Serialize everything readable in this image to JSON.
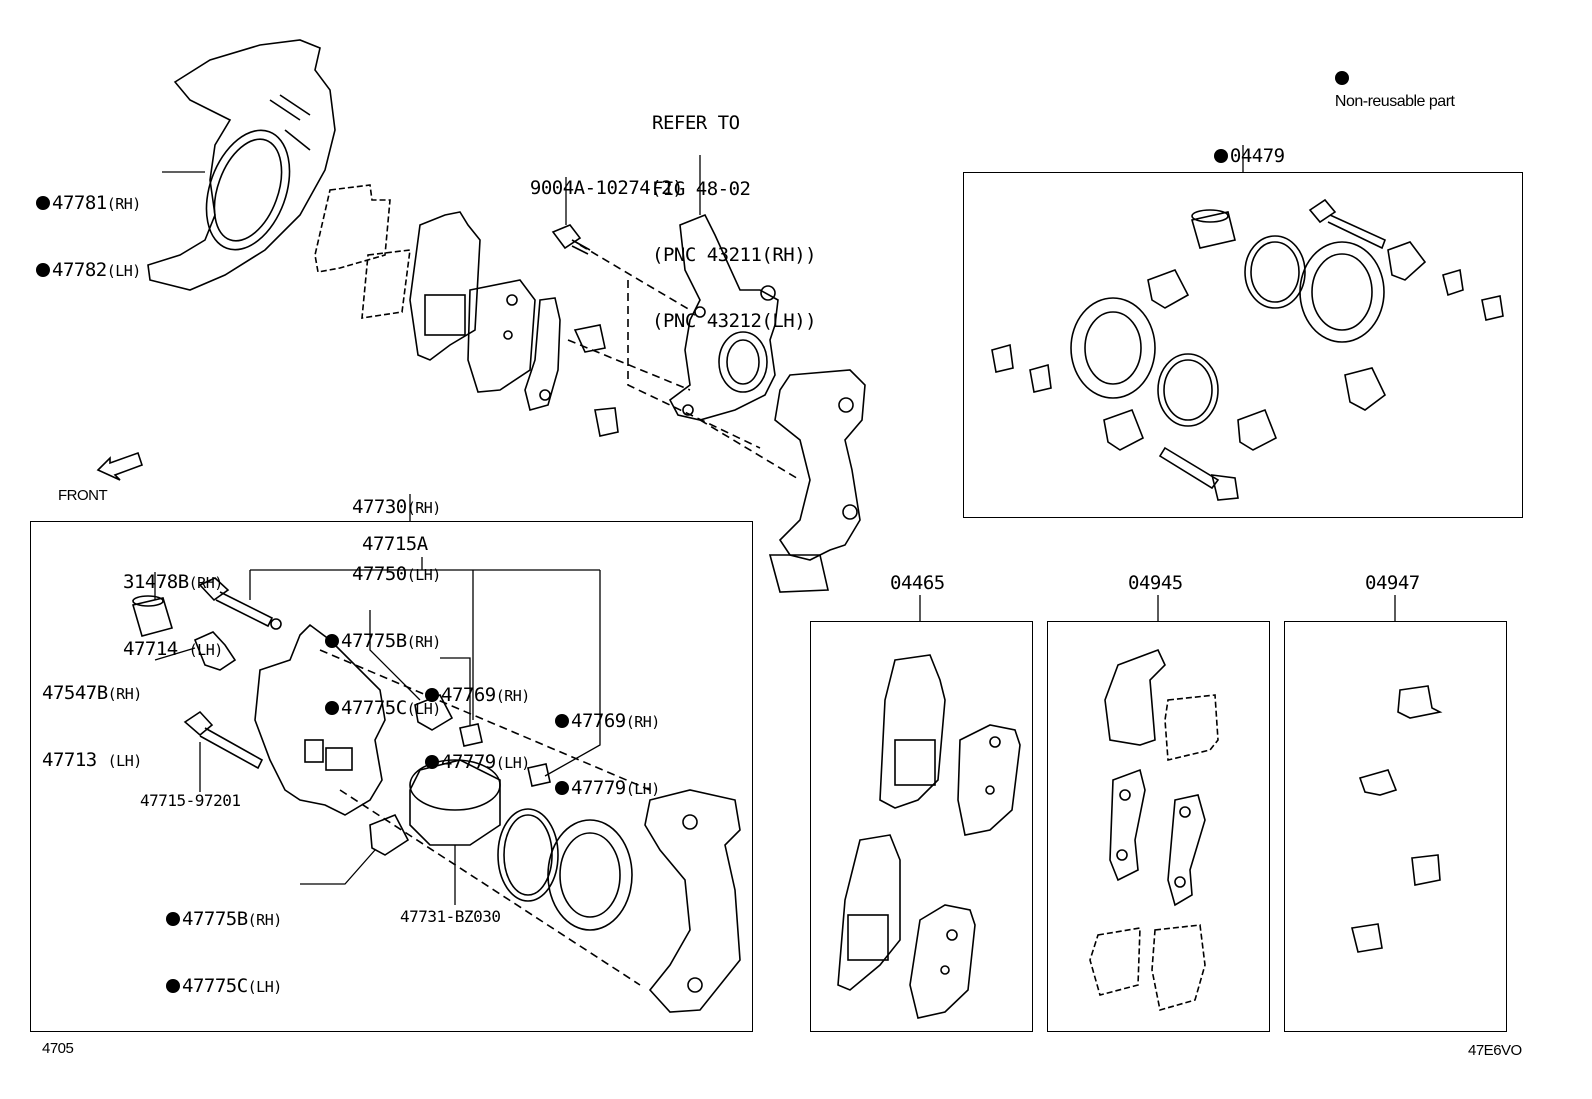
{
  "legend": {
    "symbol": "●",
    "text": "Non-reusable part"
  },
  "refer": {
    "line1": "REFER TO",
    "line2": "FIG 48-02",
    "line3": "(PNC 43211(RH))",
    "line4": "(PNC 43212(LH))"
  },
  "labels": {
    "shield_rh": "47781",
    "shield_rh_side": "(RH)",
    "shield_lh": "47782",
    "shield_lh_side": "(LH)",
    "bolt": "9004A-10274",
    "bolt_qty": "(2)",
    "kit_04479": "04479",
    "front": "FRONT",
    "assy_rh": "47730",
    "assy_rh_side": "(RH)",
    "assy_lh": "47750",
    "assy_lh_side": "(LH)",
    "sub_47715a": "47715A",
    "bush_rh": "31478B",
    "bush_rh_side": "(RH)",
    "bush_lh": "47714",
    "bush_lh_side": "(LH)",
    "bleeder_rh": "47547B",
    "bleeder_rh_side": "(RH)",
    "bleeder_lh": "47713",
    "bleeder_lh_side": "(LH)",
    "pin_bolt": "47715-97201",
    "boot_a_rh": "47775B",
    "boot_a_rh_side": "(RH)",
    "boot_a_lh": "47775C",
    "boot_a_lh_side": "(LH)",
    "boot_b_rh": "47769",
    "boot_b_rh_side": "(RH)",
    "boot_b_lh": "47779",
    "boot_b_lh_side": "(LH)",
    "boot_c_rh": "47769",
    "boot_c_rh_side": "(RH)",
    "boot_c_lh": "47779",
    "boot_c_lh_side": "(LH)",
    "boot_d_rh": "47775B",
    "boot_d_rh_side": "(RH)",
    "boot_d_lh": "47775C",
    "boot_d_lh_side": "(LH)",
    "piston": "47731-BZ030",
    "kit_04465": "04465",
    "kit_04945": "04945",
    "kit_04947": "04947",
    "fig_no": "4705",
    "code": "47E6VO"
  }
}
